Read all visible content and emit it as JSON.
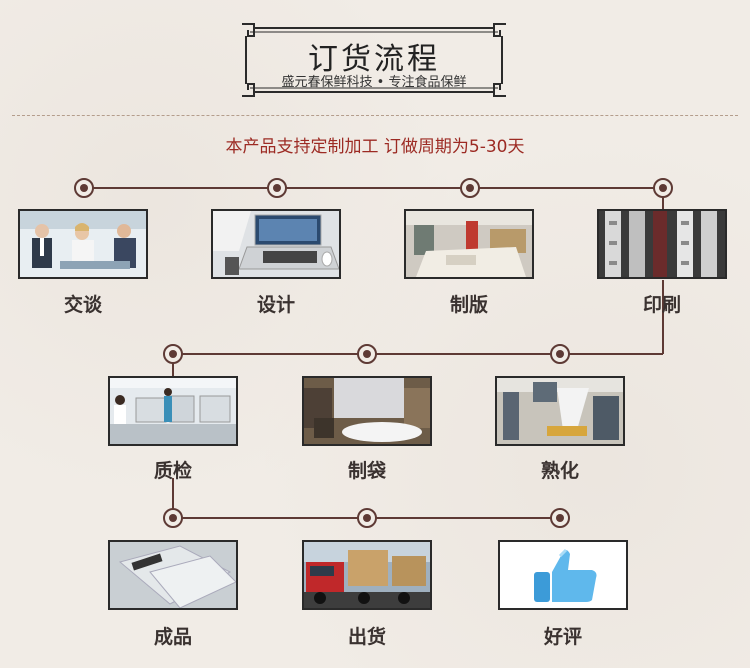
{
  "header": {
    "title": "订货流程",
    "subtitle": "盛元春保鲜科技 • 专注食品保鲜"
  },
  "notice": "本产品支持定制加工  订做周期为5-30天",
  "colors": {
    "line": "#5e3a35",
    "accent_text": "#9c2a23",
    "background": "#f1ece6"
  },
  "steps": [
    {
      "label": "交谈",
      "icon": "business-meeting-photo"
    },
    {
      "label": "设计",
      "icon": "laptop-design-photo"
    },
    {
      "label": "制版",
      "icon": "plate-making-machine-photo"
    },
    {
      "label": "印刷",
      "icon": "printing-machine-photo"
    },
    {
      "label": "质检",
      "icon": "quality-lab-photo"
    },
    {
      "label": "制袋",
      "icon": "bag-making-machine-photo"
    },
    {
      "label": "熟化",
      "icon": "curing-machine-photo"
    },
    {
      "label": "成品",
      "icon": "finished-bags-photo"
    },
    {
      "label": "出货",
      "icon": "cargo-truck-photo"
    },
    {
      "label": "好评",
      "icon": "thumbs-up-icon"
    }
  ]
}
